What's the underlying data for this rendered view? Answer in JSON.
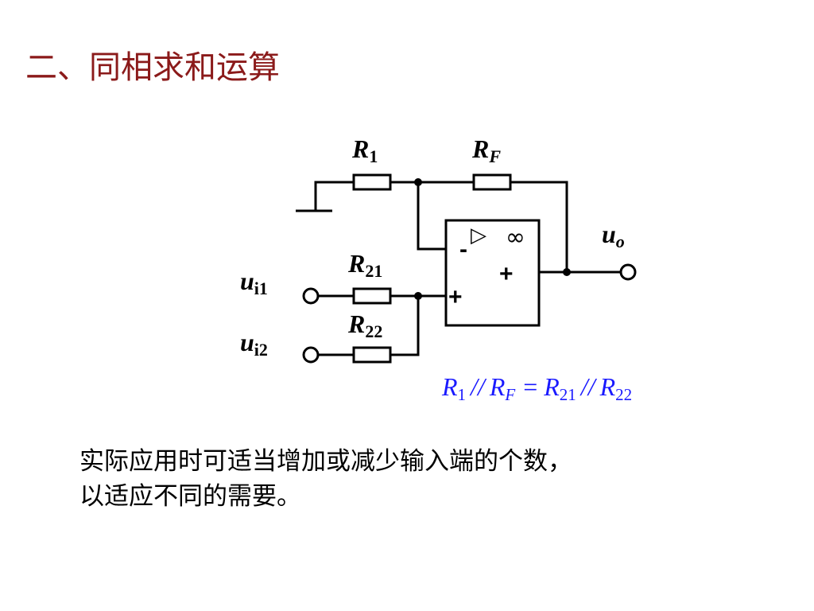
{
  "slide": {
    "title": "二、同相求和运算",
    "body_line1": "实际应用时可适当增加或减少输入端的个数，",
    "body_line2": "以适应不同的需要。"
  },
  "circuit": {
    "labels": {
      "r1_main": "R",
      "r1_sub": "1",
      "rf_main": "R",
      "rf_sub": "F",
      "r21_main": "R",
      "r21_sub": "21",
      "r22_main": "R",
      "r22_sub": "22",
      "ui1_main": "u",
      "ui1_sub": "i1",
      "ui2_main": "u",
      "ui2_sub": "i2",
      "uo_main": "u",
      "uo_sub": "o"
    },
    "opamp": {
      "minus": "-",
      "plus_in": "+",
      "plus_out": "+",
      "gain": "∞",
      "triangle": "▷"
    },
    "equation": {
      "r1": "R",
      "r1_sub": "1",
      "par1": "//",
      "rf": "R",
      "rf_sub": "F",
      "eq": "=",
      "r21": "R",
      "r21_sub": "21",
      "par2": "//",
      "r22": "R",
      "r22_sub": "22"
    }
  },
  "colors": {
    "title": "#8b1a1a",
    "equation": "#1a1aff",
    "wire": "#000000"
  }
}
